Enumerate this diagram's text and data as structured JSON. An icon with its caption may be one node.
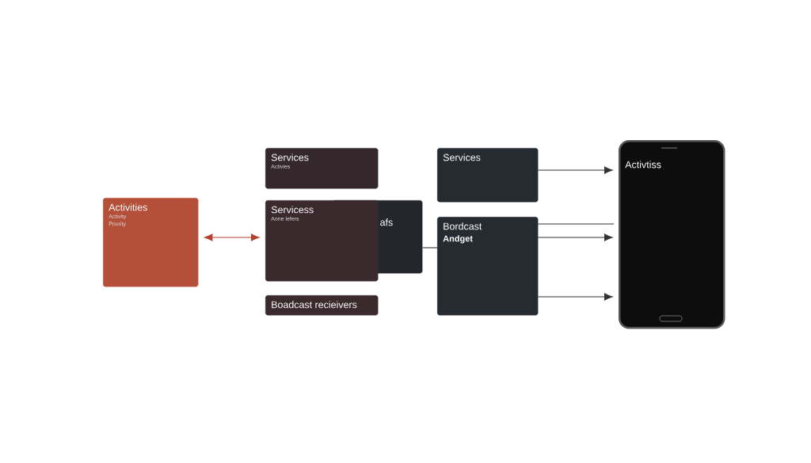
{
  "diagram": {
    "nodes": [
      {
        "text": [
          "Activities",
          "Activity",
          "Priority"
        ]
      },
      {
        "text": [
          "Services",
          "Activies"
        ]
      },
      {
        "text": [
          "afs"
        ]
      },
      {
        "text": [
          "Servicess",
          "Aone lefers"
        ]
      },
      {
        "text": [
          "Boadcast recieivers"
        ]
      },
      {
        "text": [
          "Services"
        ]
      },
      {
        "text": [
          "Bordcast",
          "Andget"
        ]
      },
      {
        "text": [
          "Activtiss"
        ]
      }
    ],
    "edges": [
      {
        "from": 0,
        "to": 3,
        "arrow": "both",
        "color": "#b5402f"
      },
      {
        "from": 5,
        "to": 7,
        "arrow": "to"
      },
      {
        "from": 6,
        "to": 7,
        "arrow": "none"
      },
      {
        "from": 6,
        "to": 7,
        "arrow": "to"
      },
      {
        "from": 6,
        "to": 7,
        "arrow": "to"
      },
      {
        "from": 2,
        "to": 6,
        "arrow": "none"
      }
    ]
  }
}
